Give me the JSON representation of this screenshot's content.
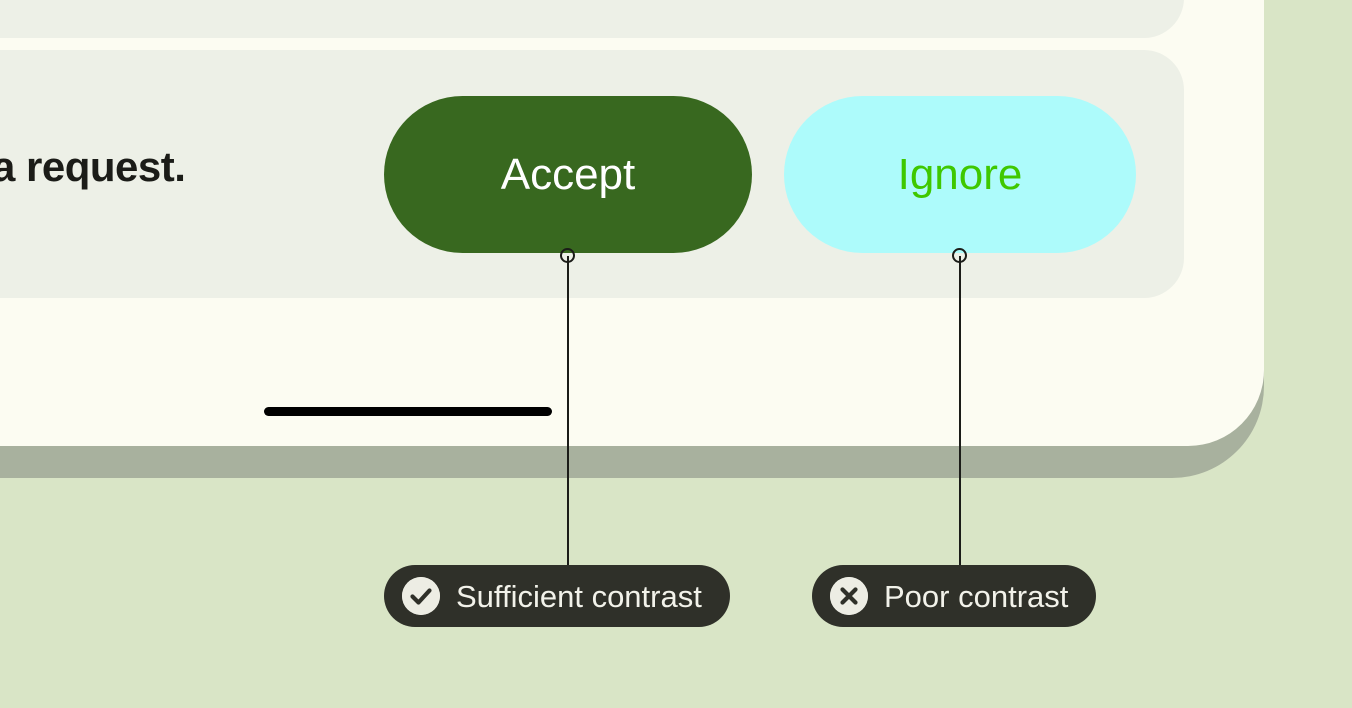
{
  "screen": {
    "body_text": "a request.",
    "cards": [
      {
        "name": "notification-card-partial"
      },
      {
        "name": "request-card"
      }
    ],
    "home_indicator": "home-indicator"
  },
  "buttons": {
    "accept": {
      "label": "Accept",
      "background": "#38681f",
      "text_color": "#ffffff"
    },
    "ignore": {
      "label": "Ignore",
      "background": "#adfbfb",
      "text_color": "#3fc800"
    }
  },
  "annotations": [
    {
      "label": "Sufficient contrast",
      "icon": "check-circle-icon",
      "target": "accept-button"
    },
    {
      "label": "Poor contrast",
      "icon": "x-circle-icon",
      "target": "ignore-button"
    }
  ],
  "colors": {
    "page_background": "#d9e5c6",
    "device_bezel": "#a8b19e",
    "device_screen": "#fcfcf2",
    "card": "#edf0e7",
    "annotation_pill": "#2f3029",
    "annotation_text": "#f2f2ea",
    "annotation_icon_fill": "#edede4",
    "body_text": "#1b1c18",
    "leader_line": "#1b1c18"
  }
}
